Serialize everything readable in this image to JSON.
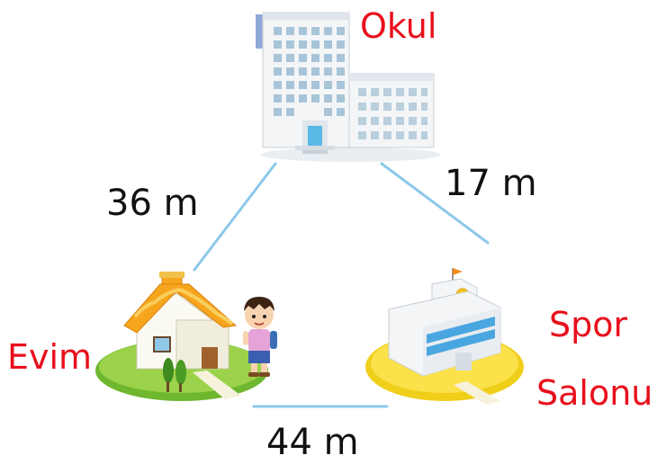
{
  "places": {
    "school": "Okul",
    "home": "Evim",
    "gym_line1": "Spor",
    "gym_line2": "Salonu"
  },
  "distances": {
    "home_school": "36 m",
    "school_gym": "17 m",
    "home_gym": "44 m"
  },
  "colors": {
    "place_label": "#e8101c",
    "distance_label": "#111111",
    "path_line": "#8cc8ea"
  },
  "icons": [
    "school-building-icon",
    "house-icon",
    "boy-icon",
    "sports-hall-icon"
  ]
}
